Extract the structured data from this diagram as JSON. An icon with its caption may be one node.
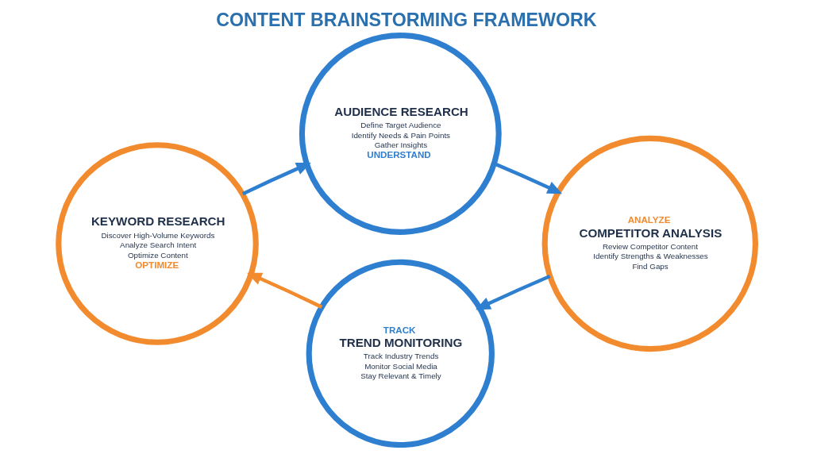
{
  "diagram": {
    "title": "CONTENT BRAINSTORMING FRAMEWORK",
    "nodes": [
      {
        "text": [
          "AUDIENCE RESEARCH",
          "Define Target Audience",
          "Identify Needs & Pain Points",
          "Gather Insights",
          "UNDERSTAND"
        ]
      },
      {
        "text": [
          "ANALYZE",
          "COMPETITOR ANALYSIS",
          "Review Competitor Content",
          "Identify Strengths & Weaknesses",
          "Find Gaps"
        ]
      },
      {
        "text": [
          "TRACK",
          "TREND MONITORING",
          "Track Industry Trends",
          "Monitor Social Media",
          "Stay Relevant & Timely"
        ]
      },
      {
        "text": [
          "KEYWORD RESEARCH",
          "Discover High-Volume Keywords",
          "Analyze Search Intent",
          "Optimize Content",
          "OPTIMIZE"
        ]
      }
    ],
    "edges": [
      {
        "from": 0,
        "to": 1,
        "arrow": "to"
      },
      {
        "from": 1,
        "to": 2,
        "arrow": "to"
      },
      {
        "from": 2,
        "to": 3,
        "arrow": "to",
        "color": "#f28a2e"
      },
      {
        "from": 3,
        "to": 0,
        "arrow": "to"
      }
    ]
  }
}
